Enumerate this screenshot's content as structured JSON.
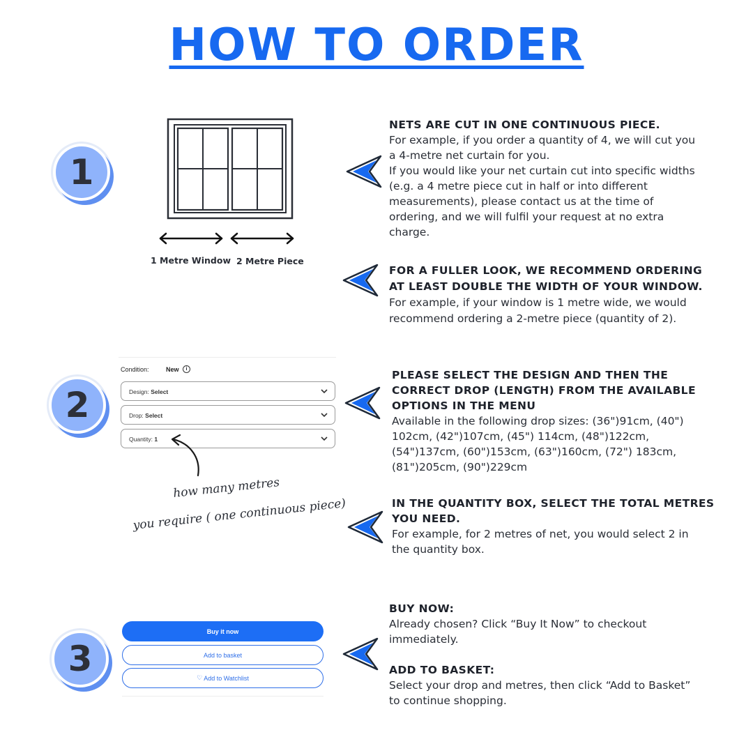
{
  "title": "HOW TO ORDER",
  "steps": [
    {
      "number": "1"
    },
    {
      "number": "2"
    },
    {
      "number": "3"
    }
  ],
  "diagram": {
    "label_window": "1 Metre Window",
    "label_piece": "2 Metre Piece"
  },
  "blocks": {
    "nets": {
      "heading": "NETS ARE CUT IN ONE CONTINUOUS PIECE.",
      "lines": [
        "For example, if you order a quantity of 4, we will cut you",
        "a 4-metre net curtain for you.",
        "If you would like your net curtain cut into specific widths",
        "(e.g. a 4 metre piece cut in half or into different",
        "measurements), please contact us at the time of",
        "ordering, and we will fulfil your request at no extra",
        "charge."
      ]
    },
    "fuller": {
      "heading_lines": [
        "FOR A FULLER LOOK, WE RECOMMEND ORDERING",
        "AT LEAST DOUBLE THE WIDTH OF YOUR WINDOW."
      ],
      "lines": [
        "For example, if your window is 1 metre wide, we would",
        "recommend ordering a 2-metre piece (quantity of 2)."
      ]
    },
    "design": {
      "heading_lines": [
        "PLEASE SELECT THE DESIGN AND THEN THE",
        "CORRECT DROP (LENGTH) FROM THE AVAILABLE",
        "OPTIONS IN THE MENU"
      ],
      "lines": [
        "Available in the following drop sizes: (36\")91cm, (40\")",
        "102cm, (42\")107cm, (45\") 114cm, (48\")122cm,",
        "(54\")137cm, (60\")153cm, (63\")160cm, (72\") 183cm,",
        "(81\")205cm, (90\")229cm"
      ]
    },
    "quantity": {
      "heading_lines": [
        "IN THE QUANTITY BOX, SELECT THE TOTAL METRES",
        "YOU NEED."
      ],
      "lines": [
        "For example, for 2 metres of net, you would select 2 in",
        "the quantity box."
      ]
    },
    "buy": {
      "heading": "BUY NOW:",
      "lines": [
        "Already chosen? Click “Buy It Now” to checkout",
        "immediately."
      ]
    },
    "basket": {
      "heading": "ADD TO BASKET:",
      "lines": [
        "Select your drop and metres, then click “Add to Basket”",
        "to continue shopping."
      ]
    }
  },
  "form": {
    "condition_label": "Condition:",
    "condition_value": "New",
    "design_label": "Design:",
    "design_value": "Select",
    "drop_label": "Drop:",
    "drop_value": "Select",
    "quantity_label": "Quantity:",
    "quantity_value": "1"
  },
  "handwritten": {
    "line1": "how many metres",
    "line2": "you require ( one continuous piece)"
  },
  "buttons": {
    "buy_now": "Buy it now",
    "add_basket": "Add to basket",
    "watchlist_icon": "heart-icon",
    "watchlist": "Add to Watchlist"
  },
  "colors": {
    "accent": "#1769f0",
    "badge": "#8fb3fb",
    "button": "#1d6ef5"
  }
}
